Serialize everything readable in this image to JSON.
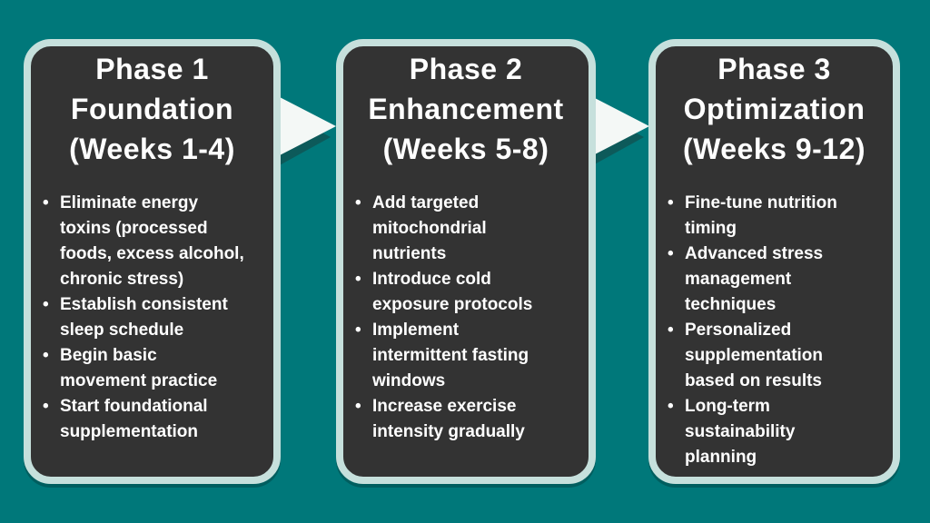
{
  "diagram": {
    "type": "process-flow",
    "direction": "left-to-right",
    "colors": {
      "background": "#00787a",
      "card_fill": "#333333",
      "card_border": "#c6e0dc",
      "text": "#ffffff",
      "arrow_fill": "#f4f8f6",
      "arrow_shadow": "#0d5a5a"
    },
    "phases": [
      {
        "title": "Phase 1\nFoundation\n(Weeks 1-4)",
        "bullets": [
          "Eliminate energy\ntoxins (processed\nfoods, excess alcohol,\nchronic stress)",
          "Establish consistent\nsleep schedule",
          "Begin basic\nmovement practice",
          "Start foundational\nsupplementation"
        ]
      },
      {
        "title": "Phase 2\nEnhancement\n(Weeks 5-8)",
        "bullets": [
          "Add targeted\nmitochondrial\nnutrients",
          "Introduce cold\nexposure protocols",
          "Implement\nintermittent fasting\nwindows",
          "Increase exercise\nintensity gradually"
        ]
      },
      {
        "title": "Phase 3\nOptimization\n(Weeks 9-12)",
        "bullets": [
          "Fine-tune nutrition\ntiming",
          "Advanced stress\nmanagement\ntechniques",
          "Personalized\nsupplementation\nbased on results",
          "Long-term\nsustainability\nplanning"
        ]
      }
    ],
    "bullet_marker": "•"
  }
}
